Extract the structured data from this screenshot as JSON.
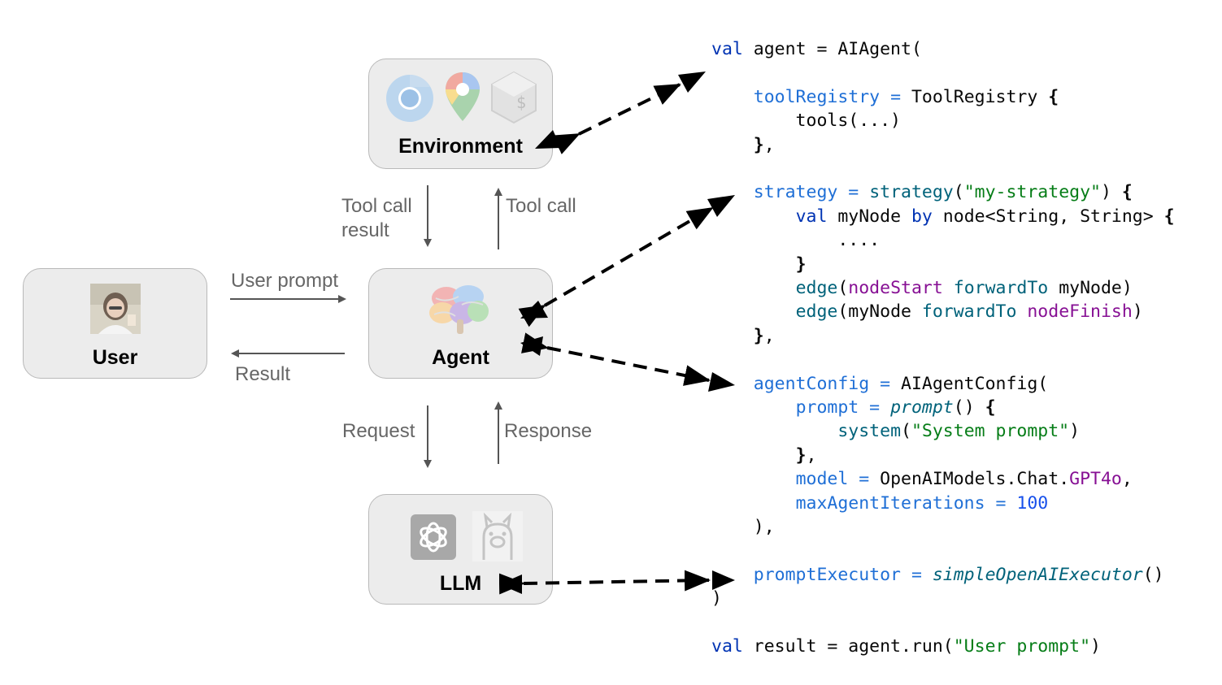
{
  "diagram": {
    "environment": {
      "title": "Environment",
      "icons": [
        "chrome-icon",
        "google-maps-icon",
        "terminal-icon"
      ]
    },
    "agent": {
      "title": "Agent",
      "icons": [
        "brain-icon"
      ]
    },
    "user": {
      "title": "User",
      "icons": [
        "user-photo"
      ]
    },
    "llm": {
      "title": "LLM",
      "icons": [
        "openai-icon",
        "ollama-icon"
      ]
    },
    "labels": {
      "tool_call_result_1": "Tool call",
      "tool_call_result_2": "result",
      "tool_call": "Tool call",
      "user_prompt": "User prompt",
      "result": "Result",
      "request": "Request",
      "response": "Response"
    }
  },
  "code": {
    "lines": [
      [
        {
          "t": "val",
          "c": "kw"
        },
        {
          "t": " agent = AIAgent(",
          "c": ""
        }
      ],
      [],
      [
        {
          "t": "    ",
          "c": ""
        },
        {
          "t": "toolRegistry",
          "c": "pr"
        },
        {
          "t": " = ",
          "c": "pr"
        },
        {
          "t": "ToolRegistry ",
          "c": ""
        },
        {
          "t": "{",
          "c": "bd"
        }
      ],
      [
        {
          "t": "        tools(...)",
          "c": ""
        }
      ],
      [
        {
          "t": "    ",
          "c": ""
        },
        {
          "t": "}",
          "c": "bd"
        },
        {
          "t": ",",
          "c": ""
        }
      ],
      [],
      [
        {
          "t": "    ",
          "c": ""
        },
        {
          "t": "strategy",
          "c": "pr"
        },
        {
          "t": " = ",
          "c": "pr"
        },
        {
          "t": "strategy",
          "c": "fn"
        },
        {
          "t": "(",
          "c": ""
        },
        {
          "t": "\"my-strategy\"",
          "c": "st"
        },
        {
          "t": ") ",
          "c": ""
        },
        {
          "t": "{",
          "c": "bd"
        }
      ],
      [
        {
          "t": "        ",
          "c": ""
        },
        {
          "t": "val",
          "c": "kw"
        },
        {
          "t": " myNode ",
          "c": ""
        },
        {
          "t": "by",
          "c": "kw"
        },
        {
          "t": " node<String, String> ",
          "c": ""
        },
        {
          "t": "{",
          "c": "bd"
        }
      ],
      [
        {
          "t": "            ....",
          "c": ""
        }
      ],
      [
        {
          "t": "        ",
          "c": ""
        },
        {
          "t": "}",
          "c": "bd"
        }
      ],
      [
        {
          "t": "        ",
          "c": ""
        },
        {
          "t": "edge",
          "c": "fn"
        },
        {
          "t": "(",
          "c": ""
        },
        {
          "t": "nodeStart",
          "c": "pu"
        },
        {
          "t": " ",
          "c": ""
        },
        {
          "t": "forwardTo",
          "c": "fn"
        },
        {
          "t": " myNode)",
          "c": ""
        }
      ],
      [
        {
          "t": "        ",
          "c": ""
        },
        {
          "t": "edge",
          "c": "fn"
        },
        {
          "t": "(myNode ",
          "c": ""
        },
        {
          "t": "forwardTo",
          "c": "fn"
        },
        {
          "t": " ",
          "c": ""
        },
        {
          "t": "nodeFinish",
          "c": "pu"
        },
        {
          "t": ")",
          "c": ""
        }
      ],
      [
        {
          "t": "    ",
          "c": ""
        },
        {
          "t": "}",
          "c": "bd"
        },
        {
          "t": ",",
          "c": ""
        }
      ],
      [],
      [
        {
          "t": "    ",
          "c": ""
        },
        {
          "t": "agentConfig",
          "c": "pr"
        },
        {
          "t": " = ",
          "c": "pr"
        },
        {
          "t": "AIAgentConfig(",
          "c": ""
        }
      ],
      [
        {
          "t": "        ",
          "c": ""
        },
        {
          "t": "prompt",
          "c": "pr"
        },
        {
          "t": " = ",
          "c": "pr"
        },
        {
          "t": "prompt",
          "c": "it"
        },
        {
          "t": "() ",
          "c": ""
        },
        {
          "t": "{",
          "c": "bd"
        }
      ],
      [
        {
          "t": "            ",
          "c": ""
        },
        {
          "t": "system",
          "c": "fn"
        },
        {
          "t": "(",
          "c": ""
        },
        {
          "t": "\"System prompt\"",
          "c": "st"
        },
        {
          "t": ")",
          "c": ""
        }
      ],
      [
        {
          "t": "        ",
          "c": ""
        },
        {
          "t": "}",
          "c": "bd"
        },
        {
          "t": ",",
          "c": ""
        }
      ],
      [
        {
          "t": "        ",
          "c": ""
        },
        {
          "t": "model",
          "c": "pr"
        },
        {
          "t": " = ",
          "c": "pr"
        },
        {
          "t": "OpenAIModels.Chat.",
          "c": ""
        },
        {
          "t": "GPT4o",
          "c": "pu"
        },
        {
          "t": ",",
          "c": ""
        }
      ],
      [
        {
          "t": "        ",
          "c": ""
        },
        {
          "t": "maxAgentIterations",
          "c": "pr"
        },
        {
          "t": " = ",
          "c": "pr"
        },
        {
          "t": "100",
          "c": "nu"
        }
      ],
      [
        {
          "t": "    ),",
          "c": ""
        }
      ],
      [],
      [
        {
          "t": "    ",
          "c": ""
        },
        {
          "t": "promptExecutor",
          "c": "pr"
        },
        {
          "t": " = ",
          "c": "pr"
        },
        {
          "t": "simpleOpenAIExecutor",
          "c": "it"
        },
        {
          "t": "()",
          "c": ""
        }
      ],
      [
        {
          "t": ")",
          "c": ""
        }
      ],
      [],
      [
        {
          "t": "val",
          "c": "kw"
        },
        {
          "t": " result = agent.run(",
          "c": ""
        },
        {
          "t": "\"User prompt\"",
          "c": "st"
        },
        {
          "t": ")",
          "c": ""
        }
      ]
    ]
  }
}
